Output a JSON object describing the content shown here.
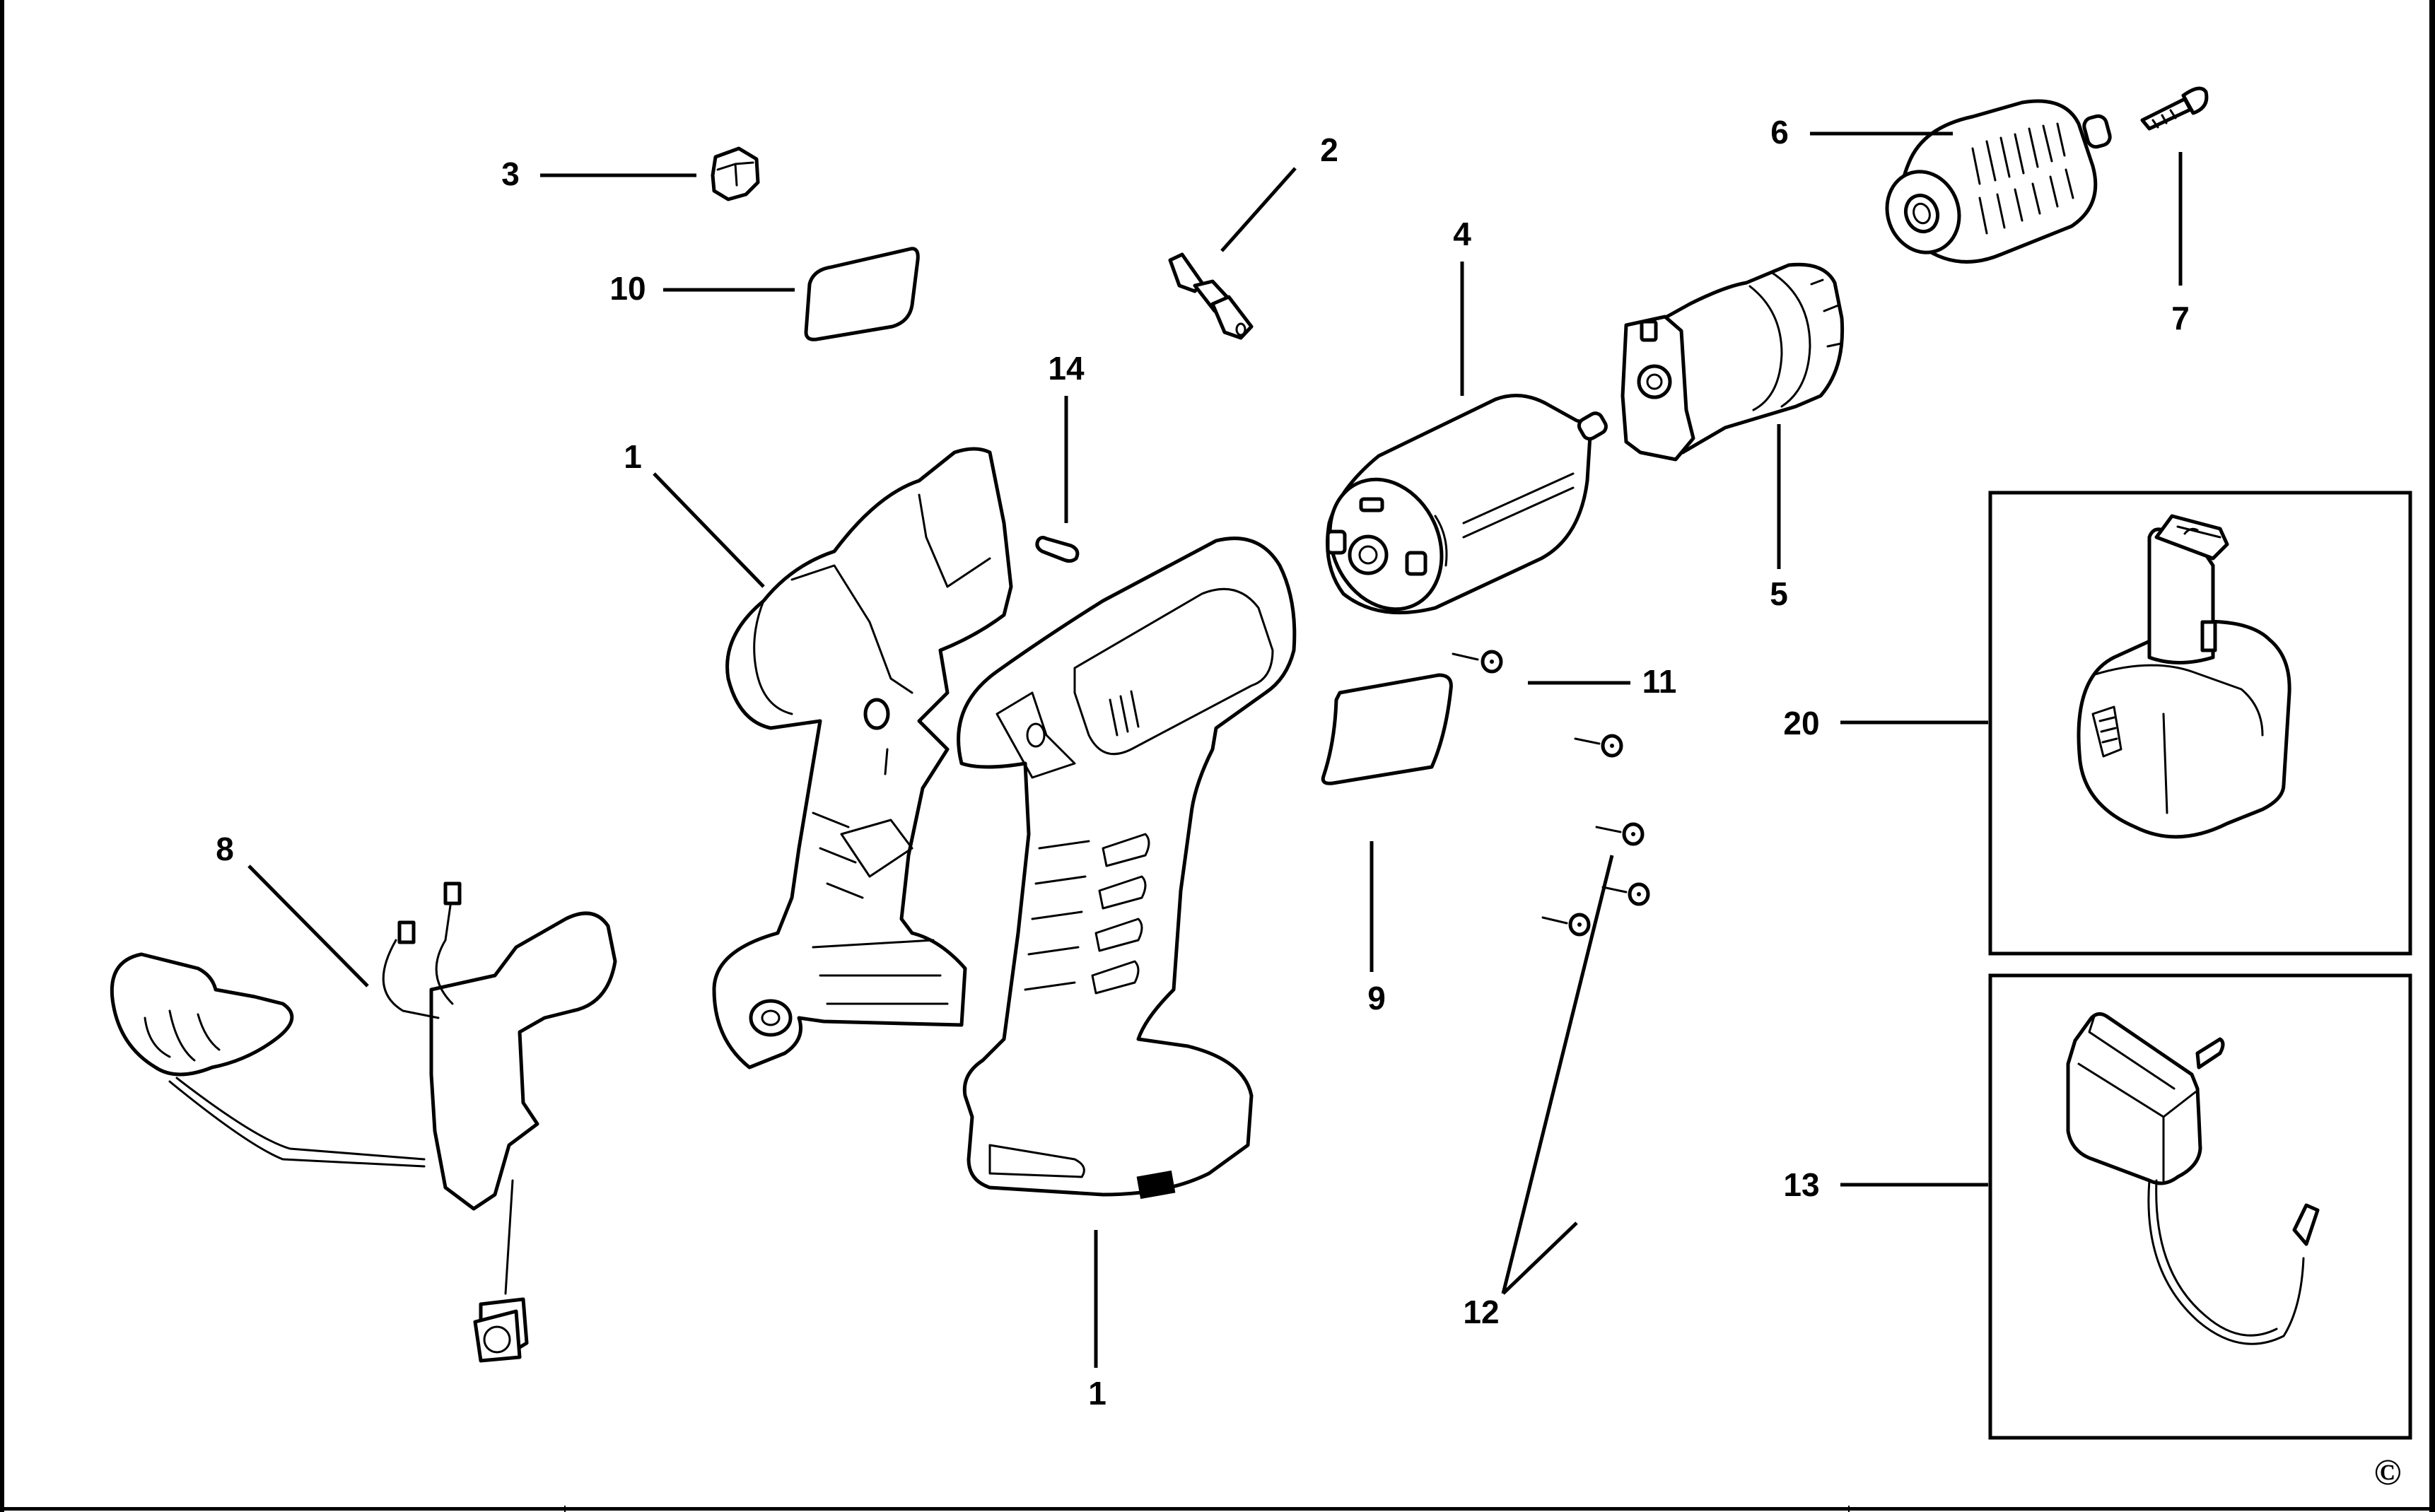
{
  "diagram": {
    "type": "exploded-parts-view",
    "colors": {
      "ink": "#000000",
      "paper": "#ffffff"
    },
    "callouts": [
      {
        "id": "1a",
        "label": "1",
        "part": "housing-left-half"
      },
      {
        "id": "1b",
        "label": "1",
        "part": "housing-right-half"
      },
      {
        "id": "2",
        "label": "2",
        "part": "connector"
      },
      {
        "id": "3",
        "label": "3",
        "part": "clip"
      },
      {
        "id": "4",
        "label": "4",
        "part": "motor"
      },
      {
        "id": "5",
        "label": "5",
        "part": "gearbox"
      },
      {
        "id": "6",
        "label": "6",
        "part": "chuck"
      },
      {
        "id": "7",
        "label": "7",
        "part": "chuck-screw"
      },
      {
        "id": "8",
        "label": "8",
        "part": "switch-assembly"
      },
      {
        "id": "9",
        "label": "9",
        "part": "label-plate"
      },
      {
        "id": "10",
        "label": "10",
        "part": "label-plate-small"
      },
      {
        "id": "11",
        "label": "11",
        "part": "screw-single"
      },
      {
        "id": "12",
        "label": "12",
        "part": "screws-group"
      },
      {
        "id": "13",
        "label": "13",
        "part": "charger"
      },
      {
        "id": "14",
        "label": "14",
        "part": "pin"
      },
      {
        "id": "20",
        "label": "20",
        "part": "battery-pack"
      }
    ],
    "copyright_symbol": "©"
  }
}
